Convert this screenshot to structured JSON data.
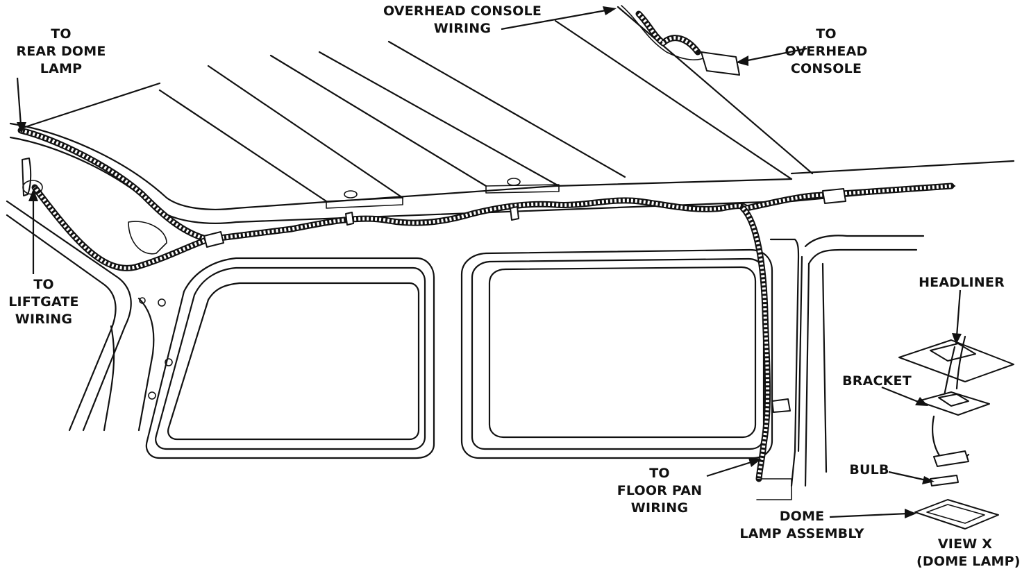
{
  "labels": {
    "overhead_console_wiring": [
      "OVERHEAD CONSOLE",
      "WIRING"
    ],
    "to_overhead_console": [
      "TO",
      "OVERHEAD",
      "CONSOLE"
    ],
    "to_rear_dome_lamp": [
      "TO",
      "REAR DOME",
      "LAMP"
    ],
    "to_liftgate_wiring": [
      "TO",
      "LIFTGATE",
      "WIRING"
    ],
    "headliner": [
      "HEADLINER"
    ],
    "bracket": [
      "BRACKET"
    ],
    "bulb": [
      "BULB"
    ],
    "to_floor_pan_wiring": [
      "TO",
      "FLOOR PAN",
      "WIRING"
    ],
    "dome_lamp_assembly": [
      "DOME",
      "LAMP ASSEMBLY"
    ],
    "view_x": [
      "VIEW X",
      "(DOME LAMP)"
    ]
  },
  "colors": {
    "ink": "#111111",
    "paper": "#ffffff"
  }
}
